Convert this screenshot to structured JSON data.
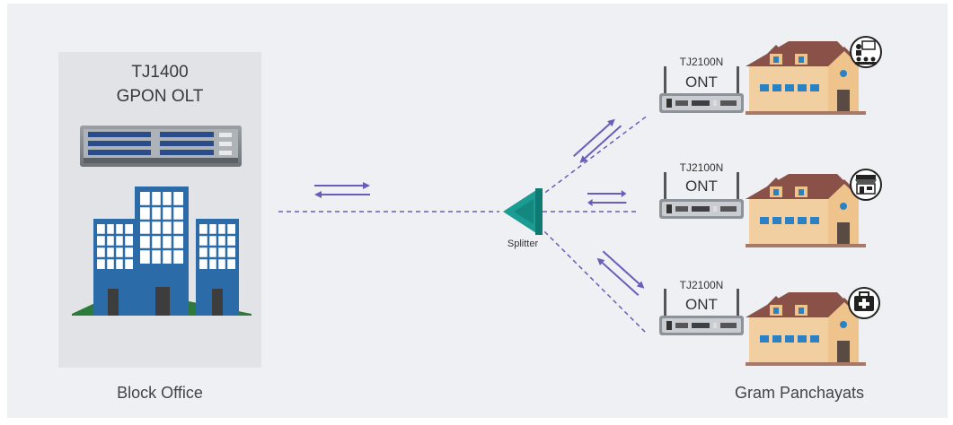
{
  "olt": {
    "model": "TJ1400",
    "type": "GPON OLT"
  },
  "captions": {
    "left": "Block Office",
    "right": "Gram Panchayats"
  },
  "splitter": {
    "label": "Splitter",
    "color": "#1a9c93"
  },
  "onts": [
    {
      "model": "TJ2100N",
      "tag": "ONT",
      "badge": "teacher-icon"
    },
    {
      "model": "TJ2100N",
      "tag": "ONT",
      "badge": "shop-icon"
    },
    {
      "model": "TJ2100N",
      "tag": "ONT",
      "badge": "medical-kit-icon"
    }
  ],
  "colors": {
    "link": "#6a5cb8",
    "building": "#2b6ca8",
    "house_wall": "#f2cfa0",
    "house_roof": "#8a5148",
    "window": "#2a82c4"
  }
}
